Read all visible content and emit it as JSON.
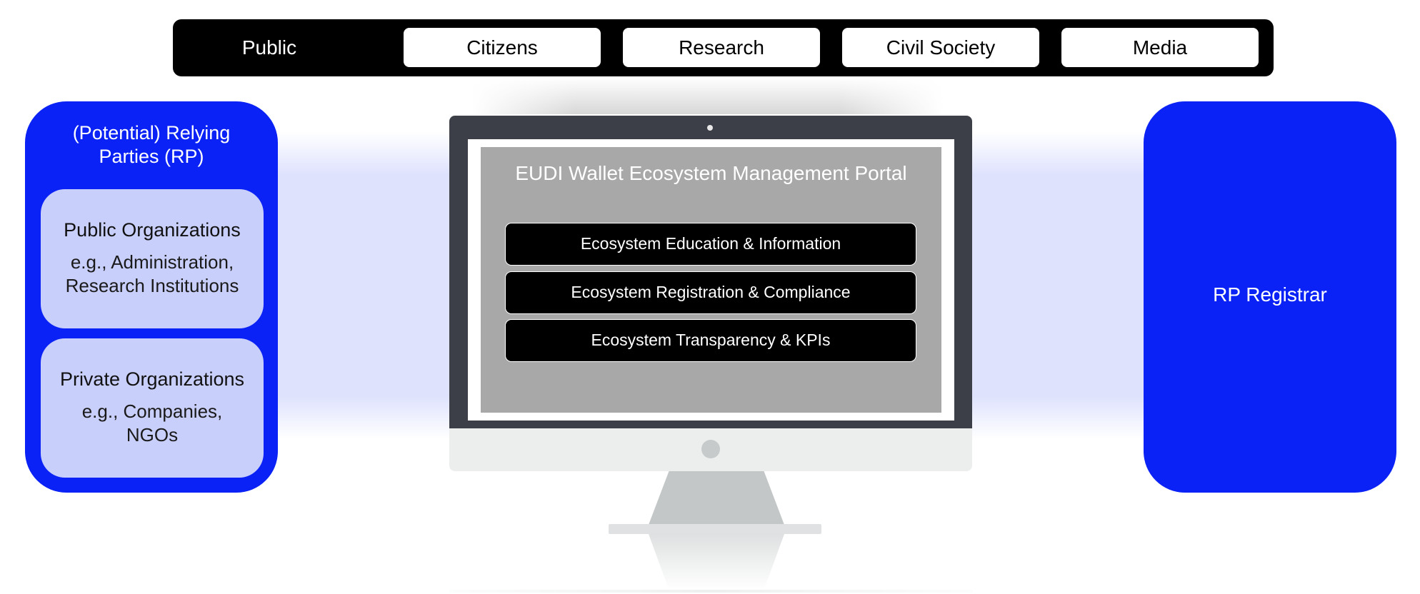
{
  "public_bar": {
    "label": "Public",
    "tabs": [
      "Citizens",
      "Research",
      "Civil Society",
      "Media"
    ]
  },
  "relying_parties": {
    "title_line1": "(Potential) Relying",
    "title_line2": "Parties (RP)",
    "cards": [
      {
        "title": "Public Organizations",
        "sub_line1": "e.g., Administration,",
        "sub_line2": "Research Institutions"
      },
      {
        "title": "Private Organizations",
        "sub_line1": "e.g., Companies,",
        "sub_line2": "NGOs"
      }
    ]
  },
  "registrar": {
    "label": "RP Registrar"
  },
  "portal": {
    "title": "EUDI Wallet Ecosystem Management Portal",
    "buttons": [
      "Ecosystem Education & Information",
      "Ecosystem Registration & Compliance",
      "Ecosystem Transparency & KPIs"
    ]
  },
  "colors": {
    "brand_blue": "#0a22f5",
    "card_lavender": "#c9cffb",
    "band": "#dee2fd",
    "bar_black": "#000000",
    "screen_gray": "#a8a8a8",
    "bezel": "#3c3f47"
  }
}
